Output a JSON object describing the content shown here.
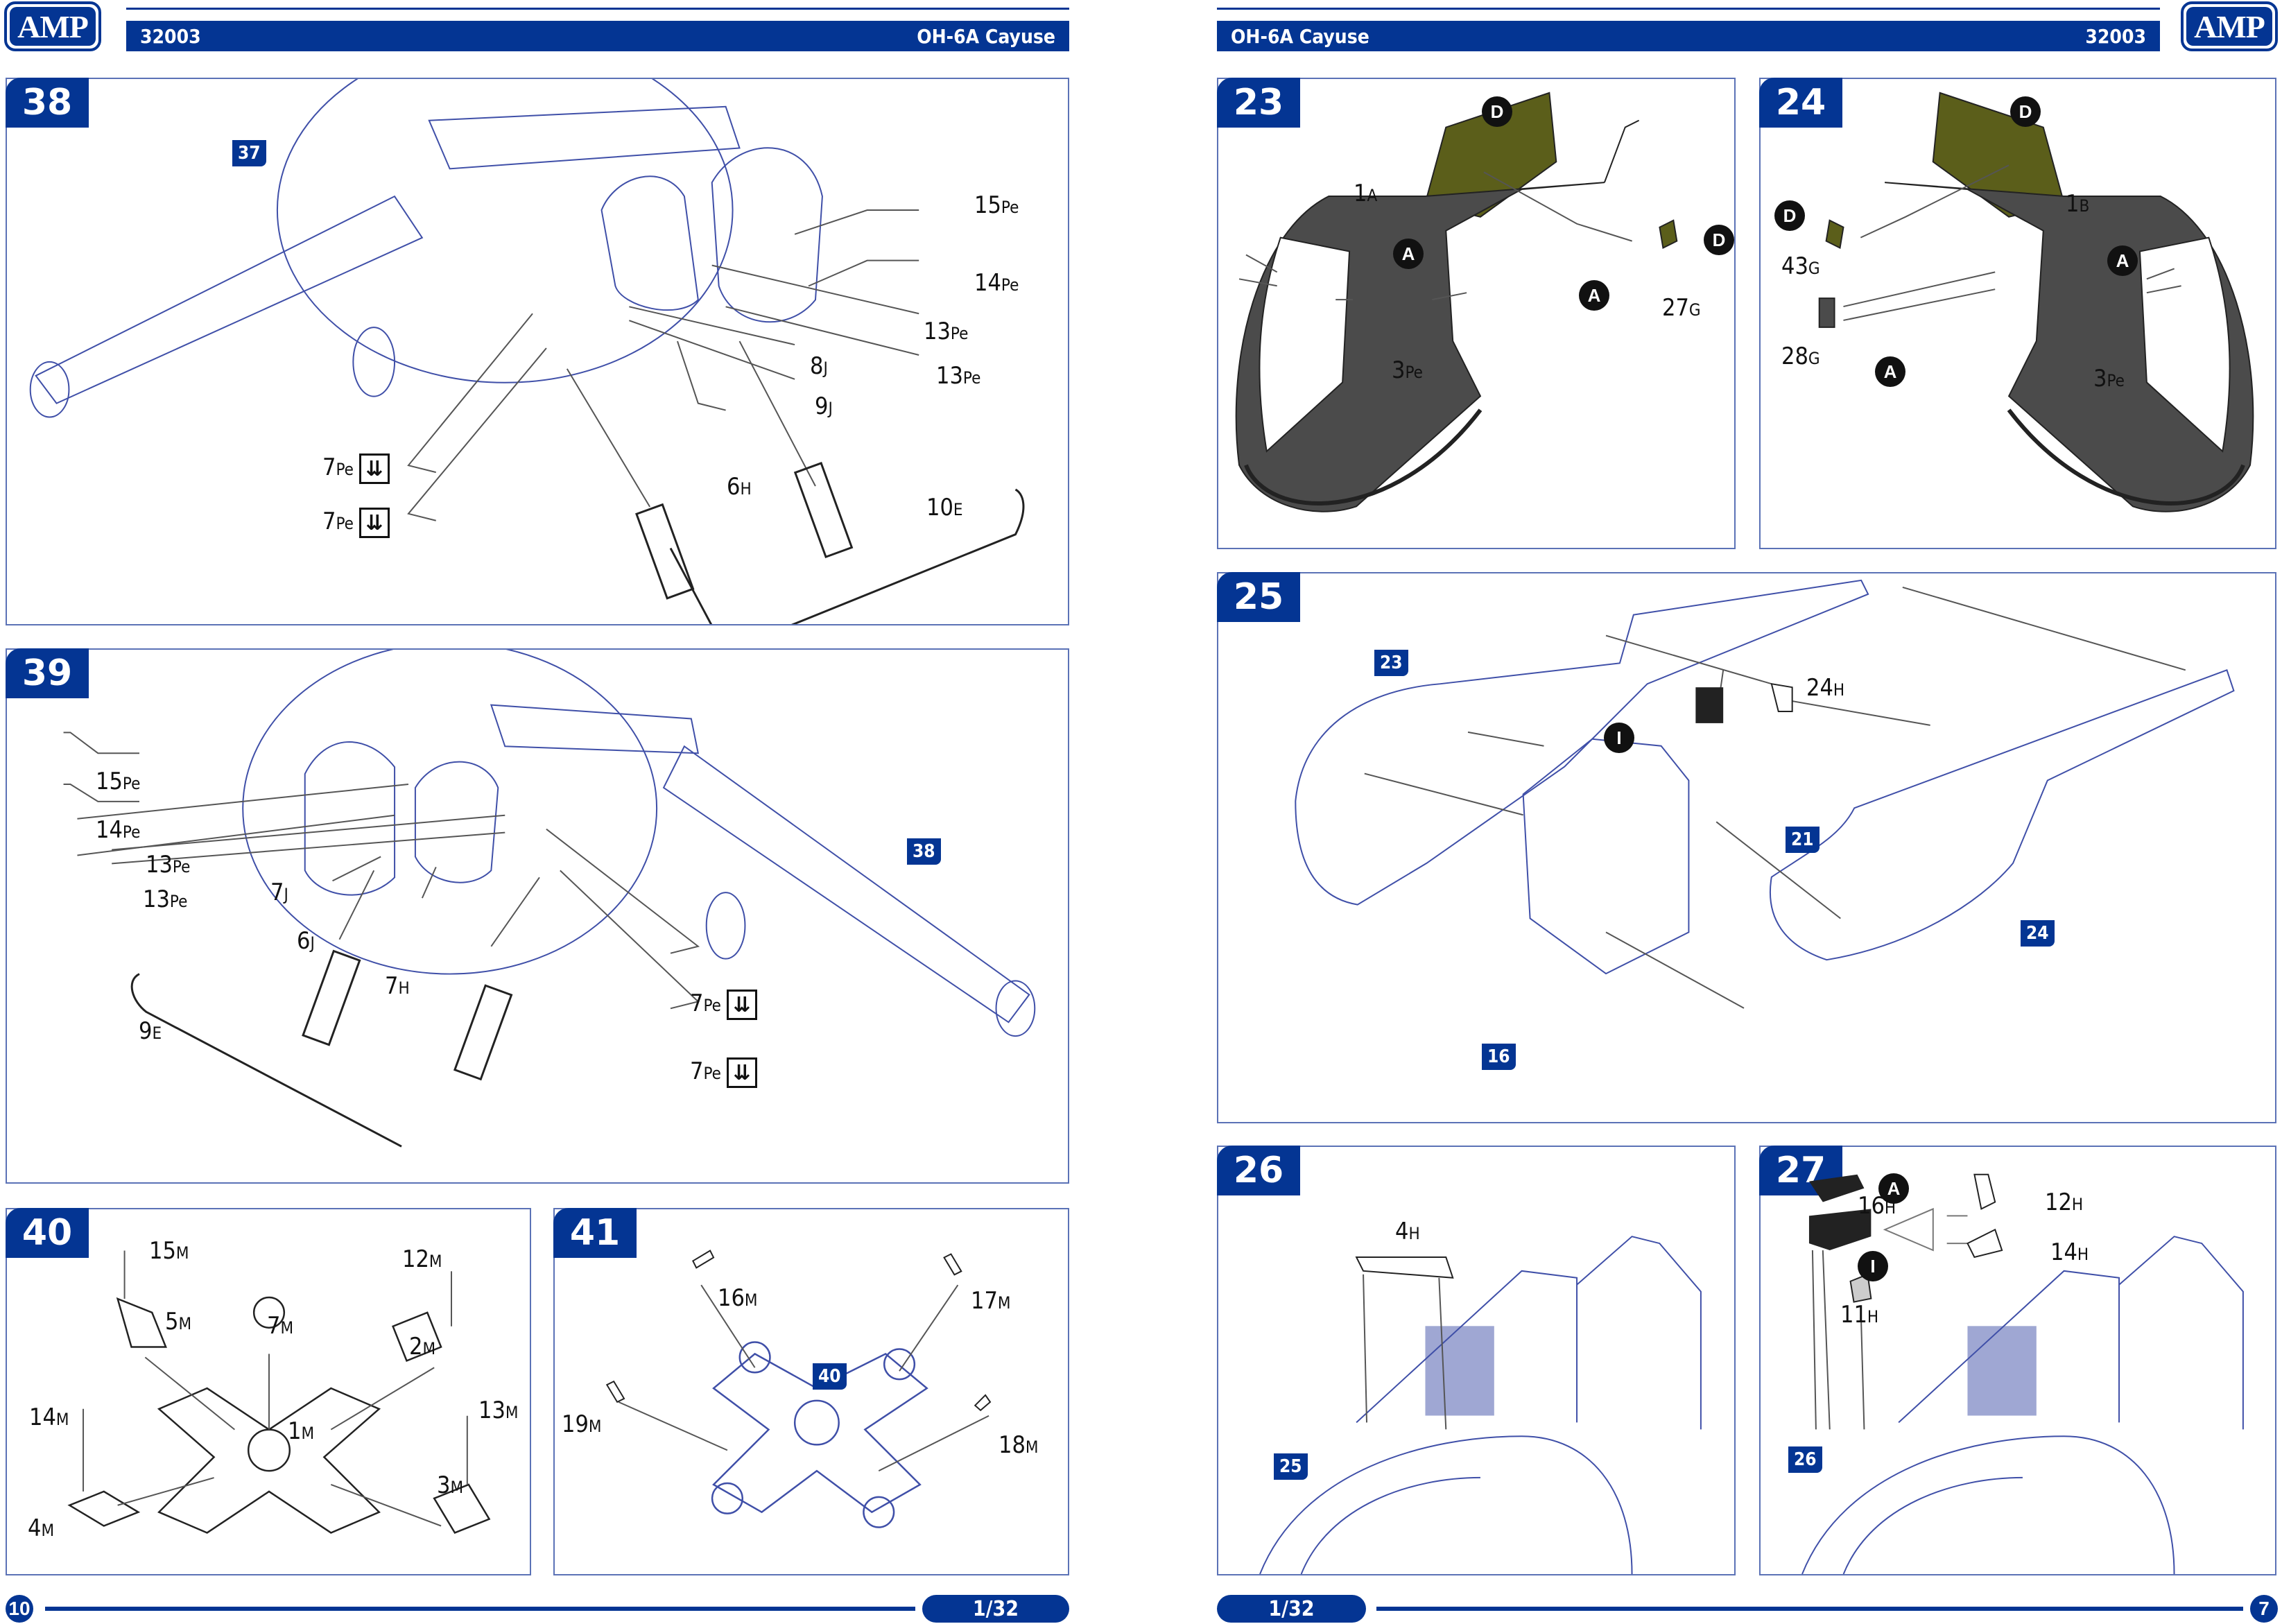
{
  "brand": {
    "logo_text": "AMP",
    "color": "#043593",
    "olive": "#5b5e1a",
    "dark_part": "#4b4b4b"
  },
  "left_page": {
    "header": {
      "kit_number": "32003",
      "title": "OH-6A Cayuse"
    },
    "footer": {
      "page_number": "10",
      "scale": "1/32"
    },
    "steps": [
      {
        "number": "38",
        "ref_badge": "37",
        "labels": [
          {
            "num": "15",
            "sub": "Pe"
          },
          {
            "num": "14",
            "sub": "Pe"
          },
          {
            "num": "13",
            "sub": "Pe"
          },
          {
            "num": "13",
            "sub": "Pe"
          },
          {
            "num": "8",
            "sub": "J"
          },
          {
            "num": "9",
            "sub": "J"
          },
          {
            "num": "6",
            "sub": "H"
          },
          {
            "num": "10",
            "sub": "E"
          },
          {
            "num": "7",
            "sub": "Pe",
            "bend_icon": true
          },
          {
            "num": "7",
            "sub": "Pe",
            "bend_icon": true
          }
        ]
      },
      {
        "number": "39",
        "ref_badge": "38",
        "labels": [
          {
            "num": "15",
            "sub": "Pe"
          },
          {
            "num": "14",
            "sub": "Pe"
          },
          {
            "num": "13",
            "sub": "Pe"
          },
          {
            "num": "13",
            "sub": "Pe"
          },
          {
            "num": "7",
            "sub": "J"
          },
          {
            "num": "6",
            "sub": "J"
          },
          {
            "num": "7",
            "sub": "H"
          },
          {
            "num": "9",
            "sub": "E"
          },
          {
            "num": "7",
            "sub": "Pe",
            "bend_icon": true
          },
          {
            "num": "7",
            "sub": "Pe",
            "bend_icon": true
          }
        ]
      },
      {
        "number": "40",
        "labels": [
          {
            "num": "15",
            "sub": "M"
          },
          {
            "num": "5",
            "sub": "M"
          },
          {
            "num": "7",
            "sub": "M"
          },
          {
            "num": "12",
            "sub": "M"
          },
          {
            "num": "2",
            "sub": "M"
          },
          {
            "num": "14",
            "sub": "M"
          },
          {
            "num": "1",
            "sub": "M"
          },
          {
            "num": "13",
            "sub": "M"
          },
          {
            "num": "4",
            "sub": "M"
          },
          {
            "num": "3",
            "sub": "M"
          }
        ]
      },
      {
        "number": "41",
        "ref_badge": "40",
        "labels": [
          {
            "num": "16",
            "sub": "M"
          },
          {
            "num": "17",
            "sub": "M"
          },
          {
            "num": "19",
            "sub": "M"
          },
          {
            "num": "18",
            "sub": "M"
          }
        ]
      }
    ]
  },
  "right_page": {
    "header": {
      "title": "OH-6A Cayuse",
      "kit_number": "32003"
    },
    "footer": {
      "scale": "1/32",
      "page_number": "7"
    },
    "steps": [
      {
        "number": "23",
        "labels": [
          {
            "num": "1",
            "sub": "A"
          },
          {
            "num": "27",
            "sub": "G"
          },
          {
            "num": "3",
            "sub": "Pe"
          }
        ],
        "color_callouts": [
          "D",
          "D",
          "A",
          "A"
        ]
      },
      {
        "number": "24",
        "labels": [
          {
            "num": "1",
            "sub": "B"
          },
          {
            "num": "43",
            "sub": "G"
          },
          {
            "num": "28",
            "sub": "G"
          },
          {
            "num": "3",
            "sub": "Pe"
          }
        ],
        "color_callouts": [
          "D",
          "D",
          "A",
          "A"
        ]
      },
      {
        "number": "25",
        "ref_badges": [
          "23",
          "21",
          "24",
          "16"
        ],
        "labels": [
          {
            "num": "24",
            "sub": "H"
          }
        ],
        "color_callouts": [
          "I"
        ]
      },
      {
        "number": "26",
        "ref_badge": "25",
        "labels": [
          {
            "num": "4",
            "sub": "H"
          }
        ]
      },
      {
        "number": "27",
        "ref_badge": "26",
        "labels": [
          {
            "num": "16",
            "sub": "H"
          },
          {
            "num": "12",
            "sub": "H"
          },
          {
            "num": "14",
            "sub": "H"
          },
          {
            "num": "11",
            "sub": "H"
          }
        ],
        "color_callouts": [
          "A",
          "I"
        ]
      }
    ]
  },
  "icons": {
    "bend_icon": "⇊",
    "bend_icon_name": "fold-down-icon"
  }
}
